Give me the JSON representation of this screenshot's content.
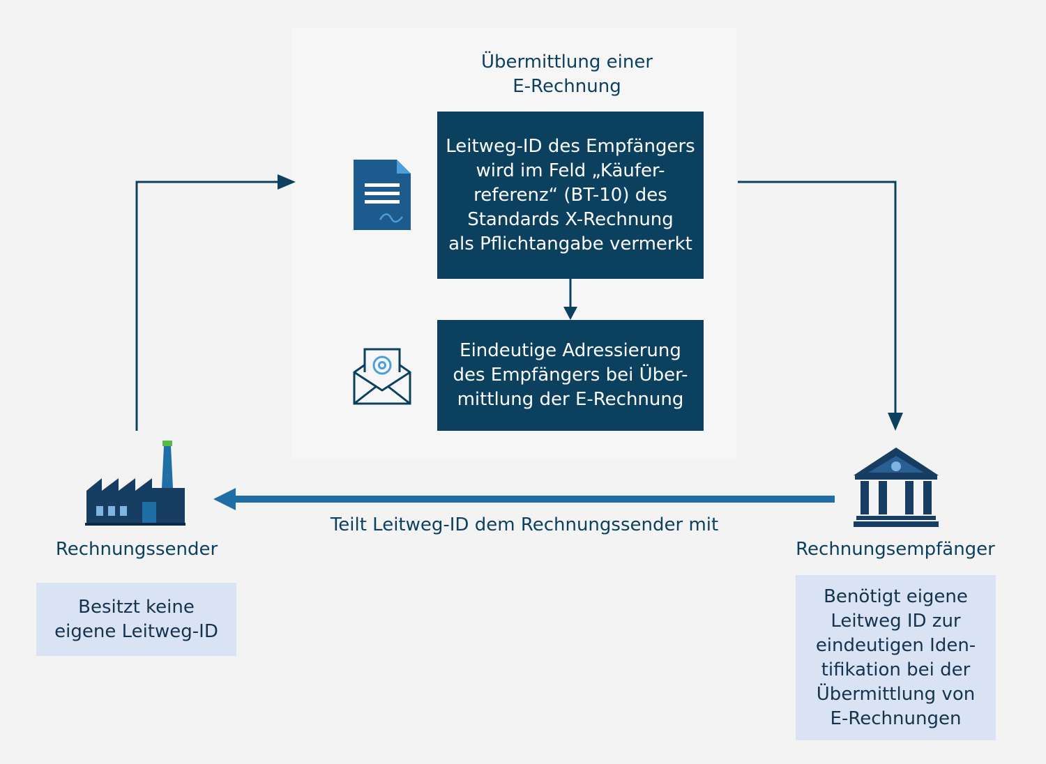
{
  "center": {
    "title": "Übermittlung einer\nE-Rechnung",
    "leitweg_box": "Leitweg-ID des Empfängers\nwird im Feld „Käufer-\nreferenz“ (BT-10) des\nStandards X-Rechnung\nals Pflichtangabe vermerkt",
    "address_box": "Eindeutige Adressierung\ndes Empfängers bei Über-\nmittlung der E-Rechnung"
  },
  "sender": {
    "label": "Rechnungssender",
    "note": "Besitzt keine\neigene Leitweg-ID"
  },
  "receiver": {
    "label": "Rechnungsempfänger",
    "note": "Benötigt eigene\nLeitweg ID zur\neindeutigen Iden-\ntifikation bei der\nÜbermittlung von\nE-Rechnungen"
  },
  "bottom_arrow_label": "Teilt Leitweg-ID dem Rechnungssender mit",
  "icons": {
    "document": "document-icon",
    "email": "email-icon",
    "factory": "factory-icon",
    "bank": "bank-icon"
  },
  "colors": {
    "dark_blue": "#0c405f",
    "light_blue_box": "#dae3f3",
    "arrow_blue": "#1f6ea6",
    "background": "#f3f3f3"
  }
}
